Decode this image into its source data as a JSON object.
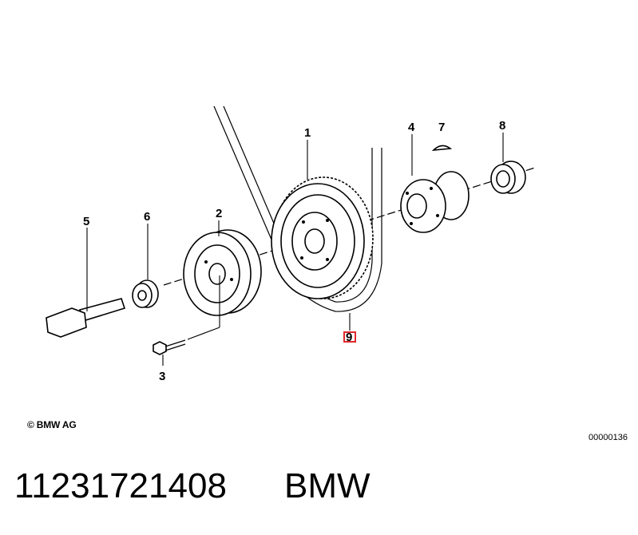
{
  "diagram": {
    "callouts": [
      {
        "id": "1",
        "label": "1"
      },
      {
        "id": "2",
        "label": "2"
      },
      {
        "id": "3",
        "label": "3"
      },
      {
        "id": "4",
        "label": "4"
      },
      {
        "id": "5",
        "label": "5"
      },
      {
        "id": "6",
        "label": "6"
      },
      {
        "id": "7",
        "label": "7"
      },
      {
        "id": "8",
        "label": "8"
      },
      {
        "id": "9",
        "label": "9"
      }
    ],
    "highlight_color": "#e0282e"
  },
  "copyright": "© BMW AG",
  "reference_number": "00000136",
  "footer": {
    "part_number": "11231721408",
    "brand": "BMW"
  }
}
